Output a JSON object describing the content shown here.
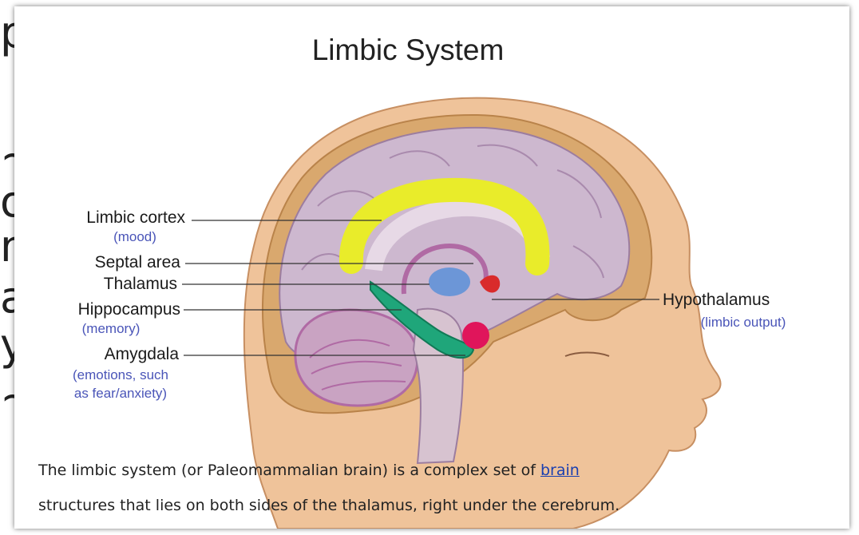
{
  "background_fragments": [
    "p",
    "~",
    "o",
    "n",
    "a",
    "y",
    "~"
  ],
  "diagram": {
    "title": "Limbic System",
    "labels_left": [
      {
        "name": "Limbic cortex",
        "note": "(mood)"
      },
      {
        "name": "Septal area",
        "note": ""
      },
      {
        "name": "Thalamus",
        "note": ""
      },
      {
        "name": "Hippocampus",
        "note": "(memory)"
      },
      {
        "name": "Amygdala",
        "note": "(emotions, such as fear/anxiety)",
        "note_line1": "(emotions, such",
        "note_line2": "as fear/anxiety)"
      }
    ],
    "labels_right": [
      {
        "name": "Hypothalamus",
        "note": "(limbic output)"
      }
    ]
  },
  "caption": {
    "before_link": "The limbic system (or Paleomammalian brain) is a complex set of ",
    "link_text": "brain",
    "line2": "structures that lies on both sides of the thalamus, right under the cerebrum."
  },
  "colors": {
    "limbic_cortex": "#e9ec2a",
    "hippocampus": "#1fa67a",
    "amygdala": "#e0155b",
    "hypothalamus": "#d92b2b",
    "thalamus": "#5a8fd8",
    "skin": "#efc39a",
    "annotation_blue": "#4a55b8"
  }
}
